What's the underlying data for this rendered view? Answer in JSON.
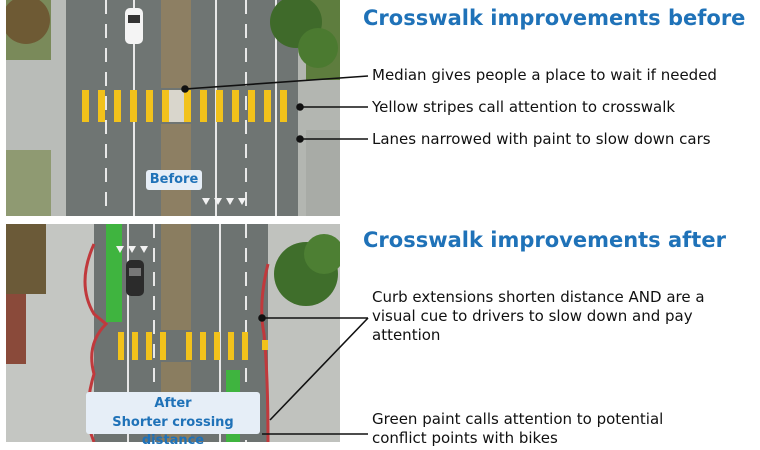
{
  "before": {
    "heading": "Crosswalk improvements before",
    "badge": "Before",
    "callouts": [
      "Median gives people a place to wait if needed",
      "Yellow stripes call attention to crosswalk",
      "Lanes narrowed with paint to slow down cars"
    ]
  },
  "after": {
    "heading": "Crosswalk improvements after",
    "badge_line1": "After",
    "badge_line2": "Shorter crossing distance",
    "callouts": [
      "Curb extensions shorten distance AND are a visual cue to drivers to slow down and pay attention",
      "Green paint calls attention to potential conflict points with bikes"
    ]
  },
  "colors": {
    "heading": "#1f72b8",
    "crosswalk_stripe": "#f2c21b",
    "bike_lane": "#3fb43f",
    "badge_bg": "#e6eef7",
    "asphalt": "#6d7371"
  }
}
